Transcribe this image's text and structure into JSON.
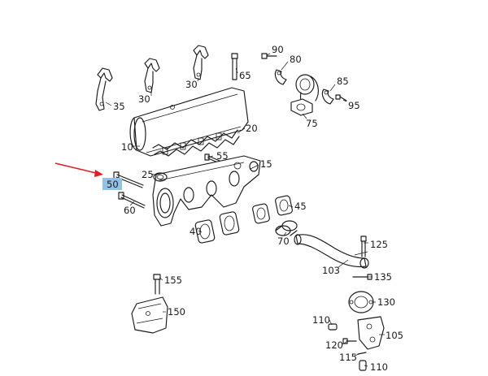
{
  "diagram": {
    "highlight_color": "#8fc4e6",
    "arrow_color": "#e02020",
    "callouts": [
      {
        "id": "c10",
        "label": "10"
      },
      {
        "id": "c15",
        "label": "15"
      },
      {
        "id": "c20",
        "label": "20"
      },
      {
        "id": "c25",
        "label": "25"
      },
      {
        "id": "c30a",
        "label": "30"
      },
      {
        "id": "c30b",
        "label": "30"
      },
      {
        "id": "c35",
        "label": "35"
      },
      {
        "id": "c40",
        "label": "40"
      },
      {
        "id": "c45",
        "label": "45"
      },
      {
        "id": "c50",
        "label": "50",
        "highlighted": true
      },
      {
        "id": "c55",
        "label": "55"
      },
      {
        "id": "c60",
        "label": "60"
      },
      {
        "id": "c65",
        "label": "65"
      },
      {
        "id": "c70",
        "label": "70"
      },
      {
        "id": "c75",
        "label": "75"
      },
      {
        "id": "c80",
        "label": "80"
      },
      {
        "id": "c85",
        "label": "85"
      },
      {
        "id": "c90",
        "label": "90"
      },
      {
        "id": "c95",
        "label": "95"
      },
      {
        "id": "c103",
        "label": "103"
      },
      {
        "id": "c105",
        "label": "105"
      },
      {
        "id": "c110a",
        "label": "110"
      },
      {
        "id": "c110b",
        "label": "110"
      },
      {
        "id": "c115",
        "label": "115"
      },
      {
        "id": "c120",
        "label": "120"
      },
      {
        "id": "c125",
        "label": "125"
      },
      {
        "id": "c130",
        "label": "130"
      },
      {
        "id": "c135",
        "label": "135"
      },
      {
        "id": "c150",
        "label": "150"
      },
      {
        "id": "c155",
        "label": "155"
      }
    ]
  }
}
